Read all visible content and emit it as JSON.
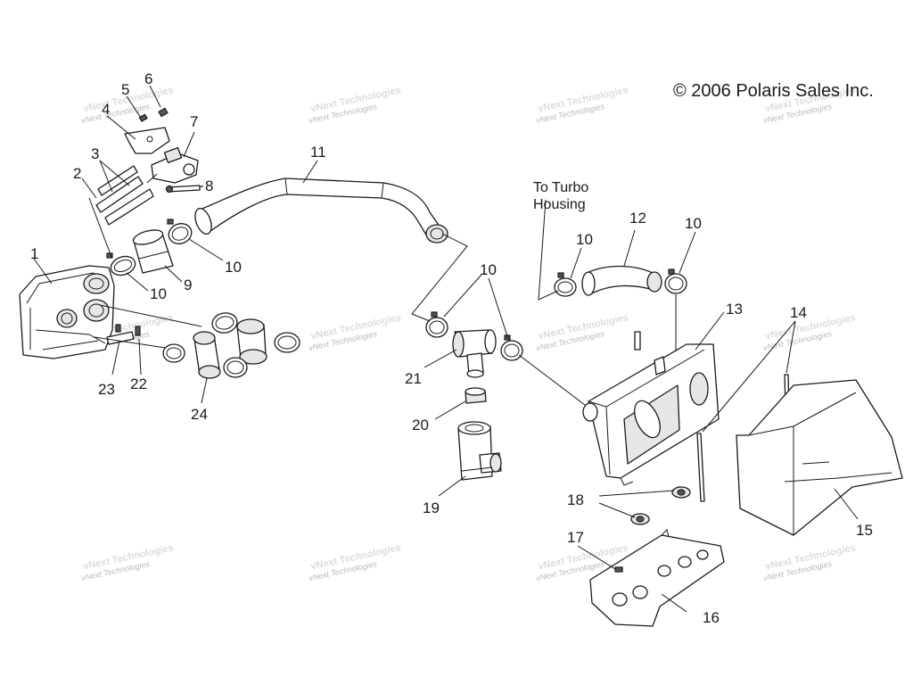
{
  "copyright": "© 2006 Polaris Sales Inc.",
  "note_lines": [
    "To Turbo",
    "Housing"
  ],
  "watermark": "vNext Technologies",
  "callouts": {
    "c1": "1",
    "c2": "2",
    "c3": "3",
    "c4": "4",
    "c5": "5",
    "c6": "6",
    "c7": "7",
    "c8": "8",
    "c9": "9",
    "c10a": "10",
    "c10b": "10",
    "c10c": "10",
    "c10d": "10",
    "c10e": "10",
    "c11": "11",
    "c12": "12",
    "c13": "13",
    "c14": "14",
    "c15": "15",
    "c16": "16",
    "c17": "17",
    "c18": "18",
    "c19": "19",
    "c20": "20",
    "c21": "21",
    "c22": "22",
    "c23": "23",
    "c24": "24"
  }
}
